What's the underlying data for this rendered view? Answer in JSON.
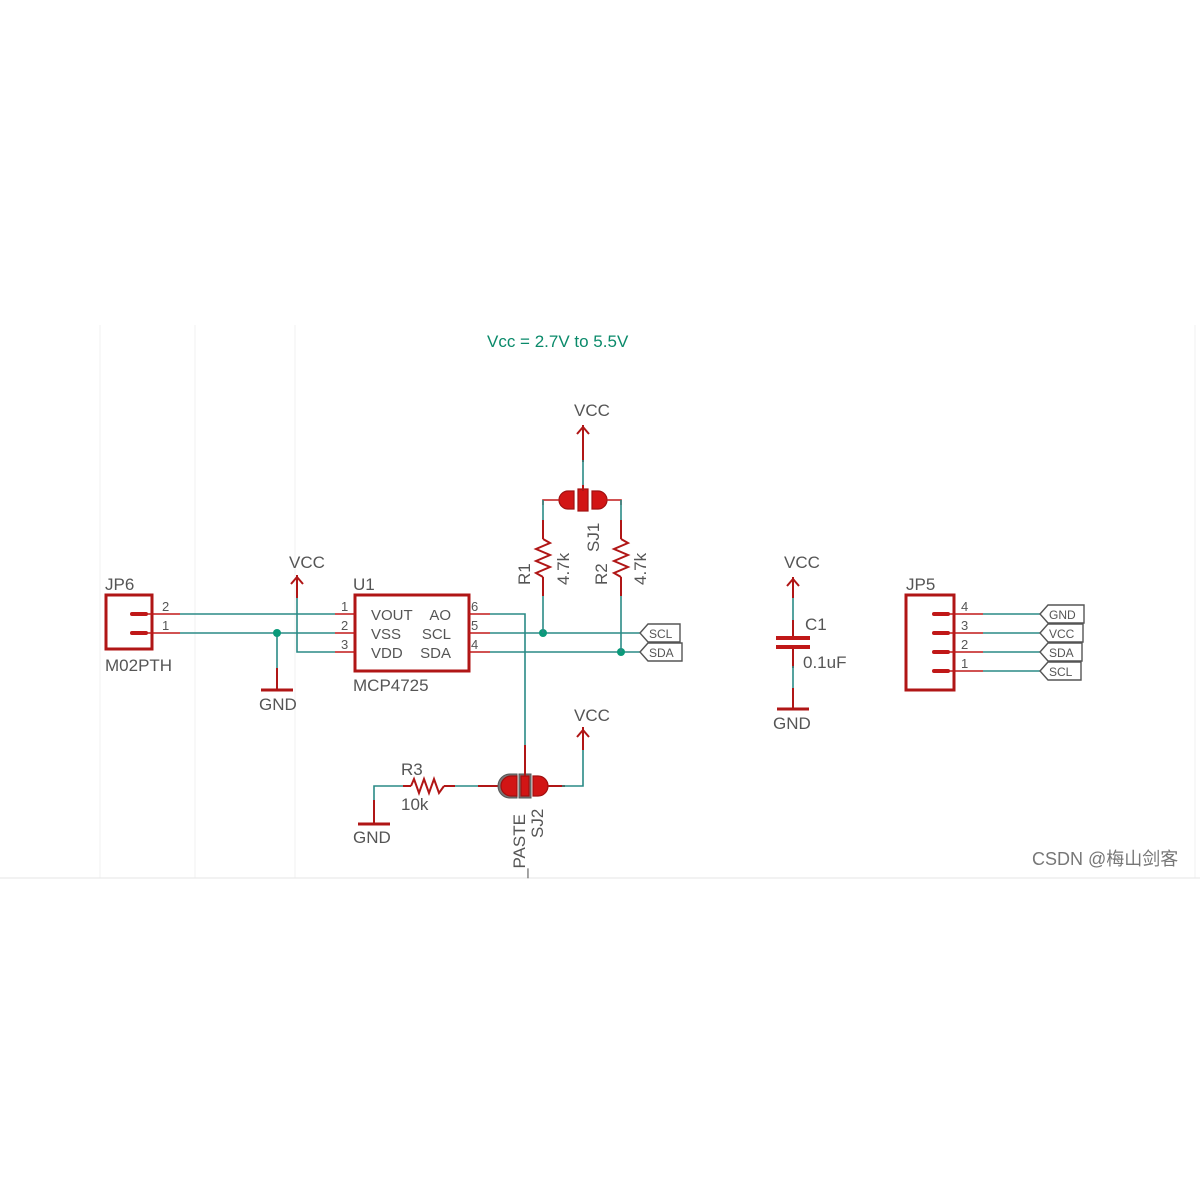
{
  "note": "Vcc = 2.7V to 5.5V",
  "watermark": "CSDN @梅山剑客",
  "colors": {
    "wire": "#2a8a86",
    "component": "#b01616",
    "pad": "#d21515",
    "junction": "#0a9a7a",
    "note": "#0a8a6a",
    "text": "#555555"
  },
  "power": {
    "vcc_label": "VCC",
    "gnd_label": "GND"
  },
  "jp6": {
    "ref": "JP6",
    "value": "M02PTH",
    "pins": [
      "2",
      "1"
    ]
  },
  "u1": {
    "ref": "U1",
    "value": "MCP4725",
    "left_pins": [
      {
        "num": "1",
        "name": "VOUT"
      },
      {
        "num": "2",
        "name": "VSS"
      },
      {
        "num": "3",
        "name": "VDD"
      }
    ],
    "right_pins": [
      {
        "num": "6",
        "name": "AO"
      },
      {
        "num": "5",
        "name": "SCL"
      },
      {
        "num": "4",
        "name": "SDA"
      }
    ]
  },
  "r1": {
    "ref": "R1",
    "value": "4.7k"
  },
  "r2": {
    "ref": "R2",
    "value": "4.7k"
  },
  "r3": {
    "ref": "R3",
    "value": "10k"
  },
  "sj1": {
    "ref": "SJ1"
  },
  "sj2": {
    "ref": "SJ2",
    "value": "_PASTE"
  },
  "c1": {
    "ref": "C1",
    "value": "0.1uF"
  },
  "net_tags": {
    "scl": "SCL",
    "sda": "SDA"
  },
  "jp5": {
    "ref": "JP5",
    "pins": [
      {
        "num": "4",
        "net": "GND"
      },
      {
        "num": "3",
        "net": "VCC"
      },
      {
        "num": "2",
        "net": "SDA"
      },
      {
        "num": "1",
        "net": "SCL"
      }
    ]
  }
}
